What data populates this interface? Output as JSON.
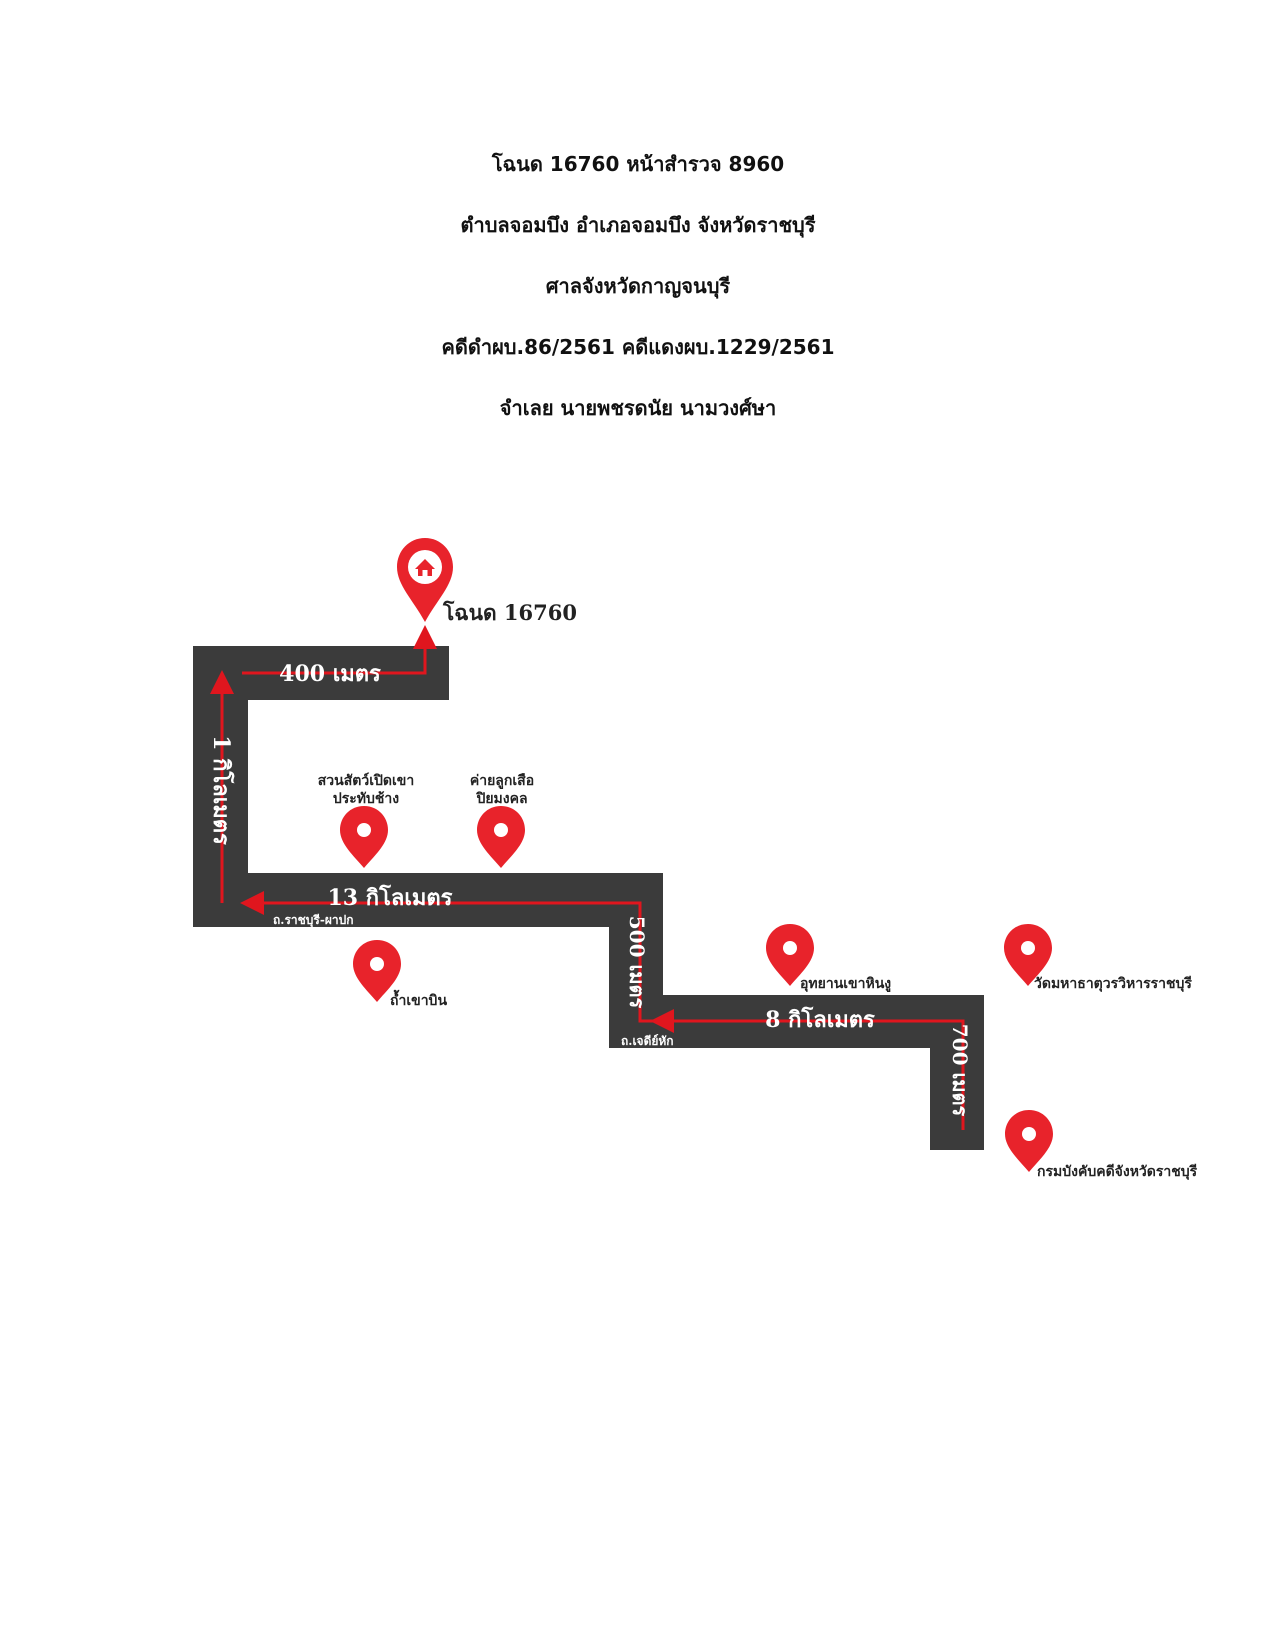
{
  "header": {
    "line1": "โฉนด 16760 หน้าสำรวจ 8960",
    "line2": "ตำบลจอมบึง อำเภอจอมบึง จังหวัดราชบุรี",
    "line3": "ศาลจังหวัดกาญจนบุรี",
    "line4": "คดีดำผบ.86/2561 คดีแดงผบ.1229/2561",
    "line5": "จำเลย นายพชรดนัย นามวงศ์ษา"
  },
  "map": {
    "destination_label": "โฉนด 16760",
    "distances": {
      "d400": "400 เมตร",
      "d1km": "1 กิโลเมตร",
      "d13km": "13 กิโลเมตร",
      "d500": "500 เมตร",
      "d8km": "8 กิโลเมตร",
      "d700": "700 เมตร"
    },
    "streets": {
      "ratchaburi_phapok": "ถ.ราชบุรี-ผาปก",
      "chedi_hak": "ถ.เจดีย์หัก"
    },
    "pois": {
      "zoo_line1": "สวนสัตว์เปิดเขา",
      "zoo_line2": "ประทับช้าง",
      "scout_line1": "ค่ายลูกเสือ",
      "scout_line2": "ปิยมงคล",
      "cave": "ถ้ำเขาบิน",
      "park": "อุทยานเขาหินงู",
      "temple": "วัดมหาธาตุวรวิหารราชบุรี",
      "dept": "กรมบังคับคดีจังหวัดราชบุรี"
    },
    "colors": {
      "road": "#3b3b3b",
      "route": "#e0161e",
      "pin": "#e8232b"
    },
    "icons": {
      "destination": "home-pin-icon",
      "poi": "location-pin-icon"
    }
  }
}
